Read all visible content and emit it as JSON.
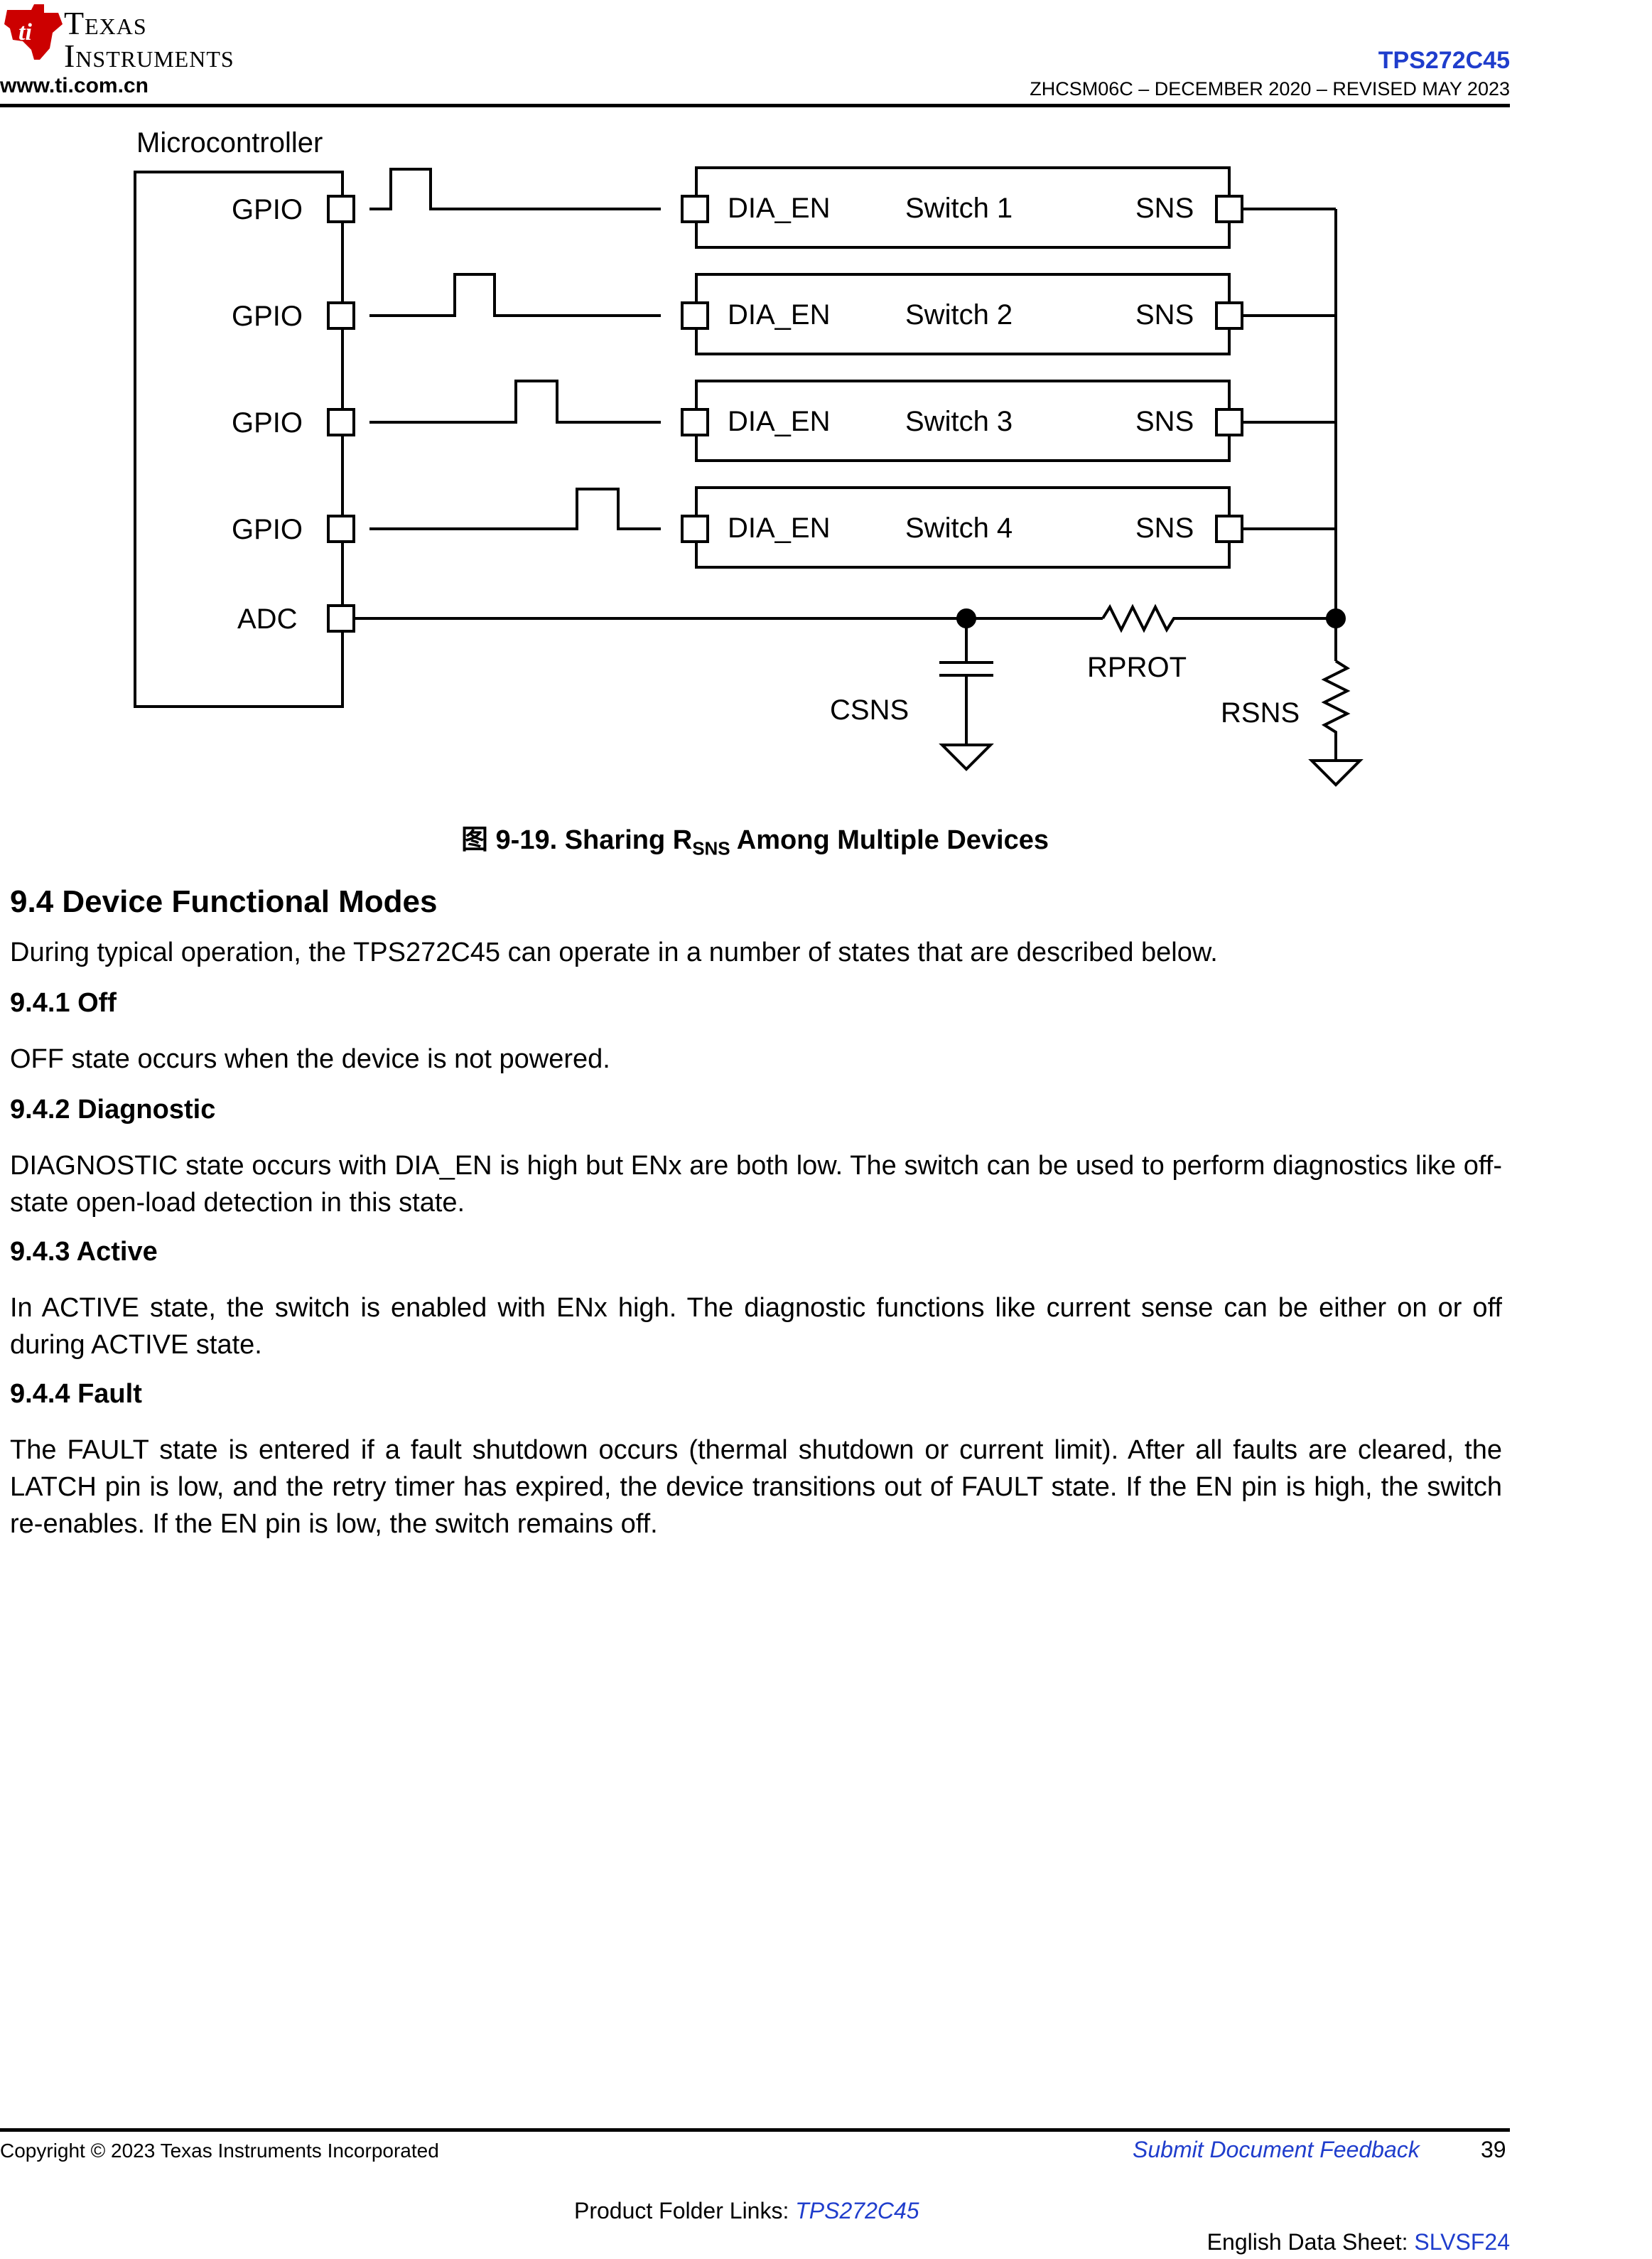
{
  "header": {
    "brand_line1": "Texas",
    "brand_line2": "Instruments",
    "website": "www.ti.com.cn",
    "part_number": "TPS272C45",
    "doc_id": "ZHCSM06C – DECEMBER 2020 – REVISED MAY 2023",
    "logo_icon": "ti-logo-icon",
    "link_color": "#1f3dcc"
  },
  "figure": {
    "mcu_label": "Microcontroller",
    "gpio_labels": [
      "GPIO",
      "GPIO",
      "GPIO",
      "GPIO"
    ],
    "adc_label": "ADC",
    "switches": [
      {
        "pin_in": "DIA_EN",
        "name": "Switch 1",
        "pin_out": "SNS"
      },
      {
        "pin_in": "DIA_EN",
        "name": "Switch 2",
        "pin_out": "SNS"
      },
      {
        "pin_in": "DIA_EN",
        "name": "Switch 3",
        "pin_out": "SNS"
      },
      {
        "pin_in": "DIA_EN",
        "name": "Switch 4",
        "pin_out": "SNS"
      }
    ],
    "rprot_label": "RPROT",
    "csns_label": "CSNS",
    "rsns_label": "RSNS",
    "caption_prefix": "图 9-19. Sharing R",
    "caption_sub": "SNS",
    "caption_suffix": " Among Multiple Devices"
  },
  "content": {
    "section_title": "9.4 Device Functional Modes",
    "intro": "During typical operation, the TPS272C45 can operate in a number of states that are described below.",
    "off_title": "9.4.1 Off",
    "off_text": "OFF state occurs when the device is not powered.",
    "diag_title": "9.4.2 Diagnostic",
    "diag_text": "DIAGNOSTIC state occurs with DIA_EN is high but ENx are both low. The switch can be used to perform diagnostics like off-state open-load detection in this state.",
    "active_title": "9.4.3 Active",
    "active_text": "In ACTIVE state, the switch is enabled with ENx high. The diagnostic functions like current sense can be either on or off during ACTIVE state.",
    "fault_title": "9.4.4 Fault",
    "fault_text": "The FAULT state is entered if a fault shutdown occurs (thermal shutdown or current limit). After all faults are cleared, the LATCH pin is low, and the retry timer has expired, the device transitions out of FAULT state. If the EN pin is high, the switch re-enables. If the EN pin is low, the switch remains off."
  },
  "footer": {
    "copyright": "Copyright © 2023 Texas Instruments Incorporated",
    "feedback_link": "Submit Document Feedback",
    "page_number": "39",
    "product_folder_label": "Product Folder Links: ",
    "product_folder_link": "TPS272C45",
    "english_sheet_label": "English Data Sheet: ",
    "english_sheet_link": "SLVSF24"
  }
}
